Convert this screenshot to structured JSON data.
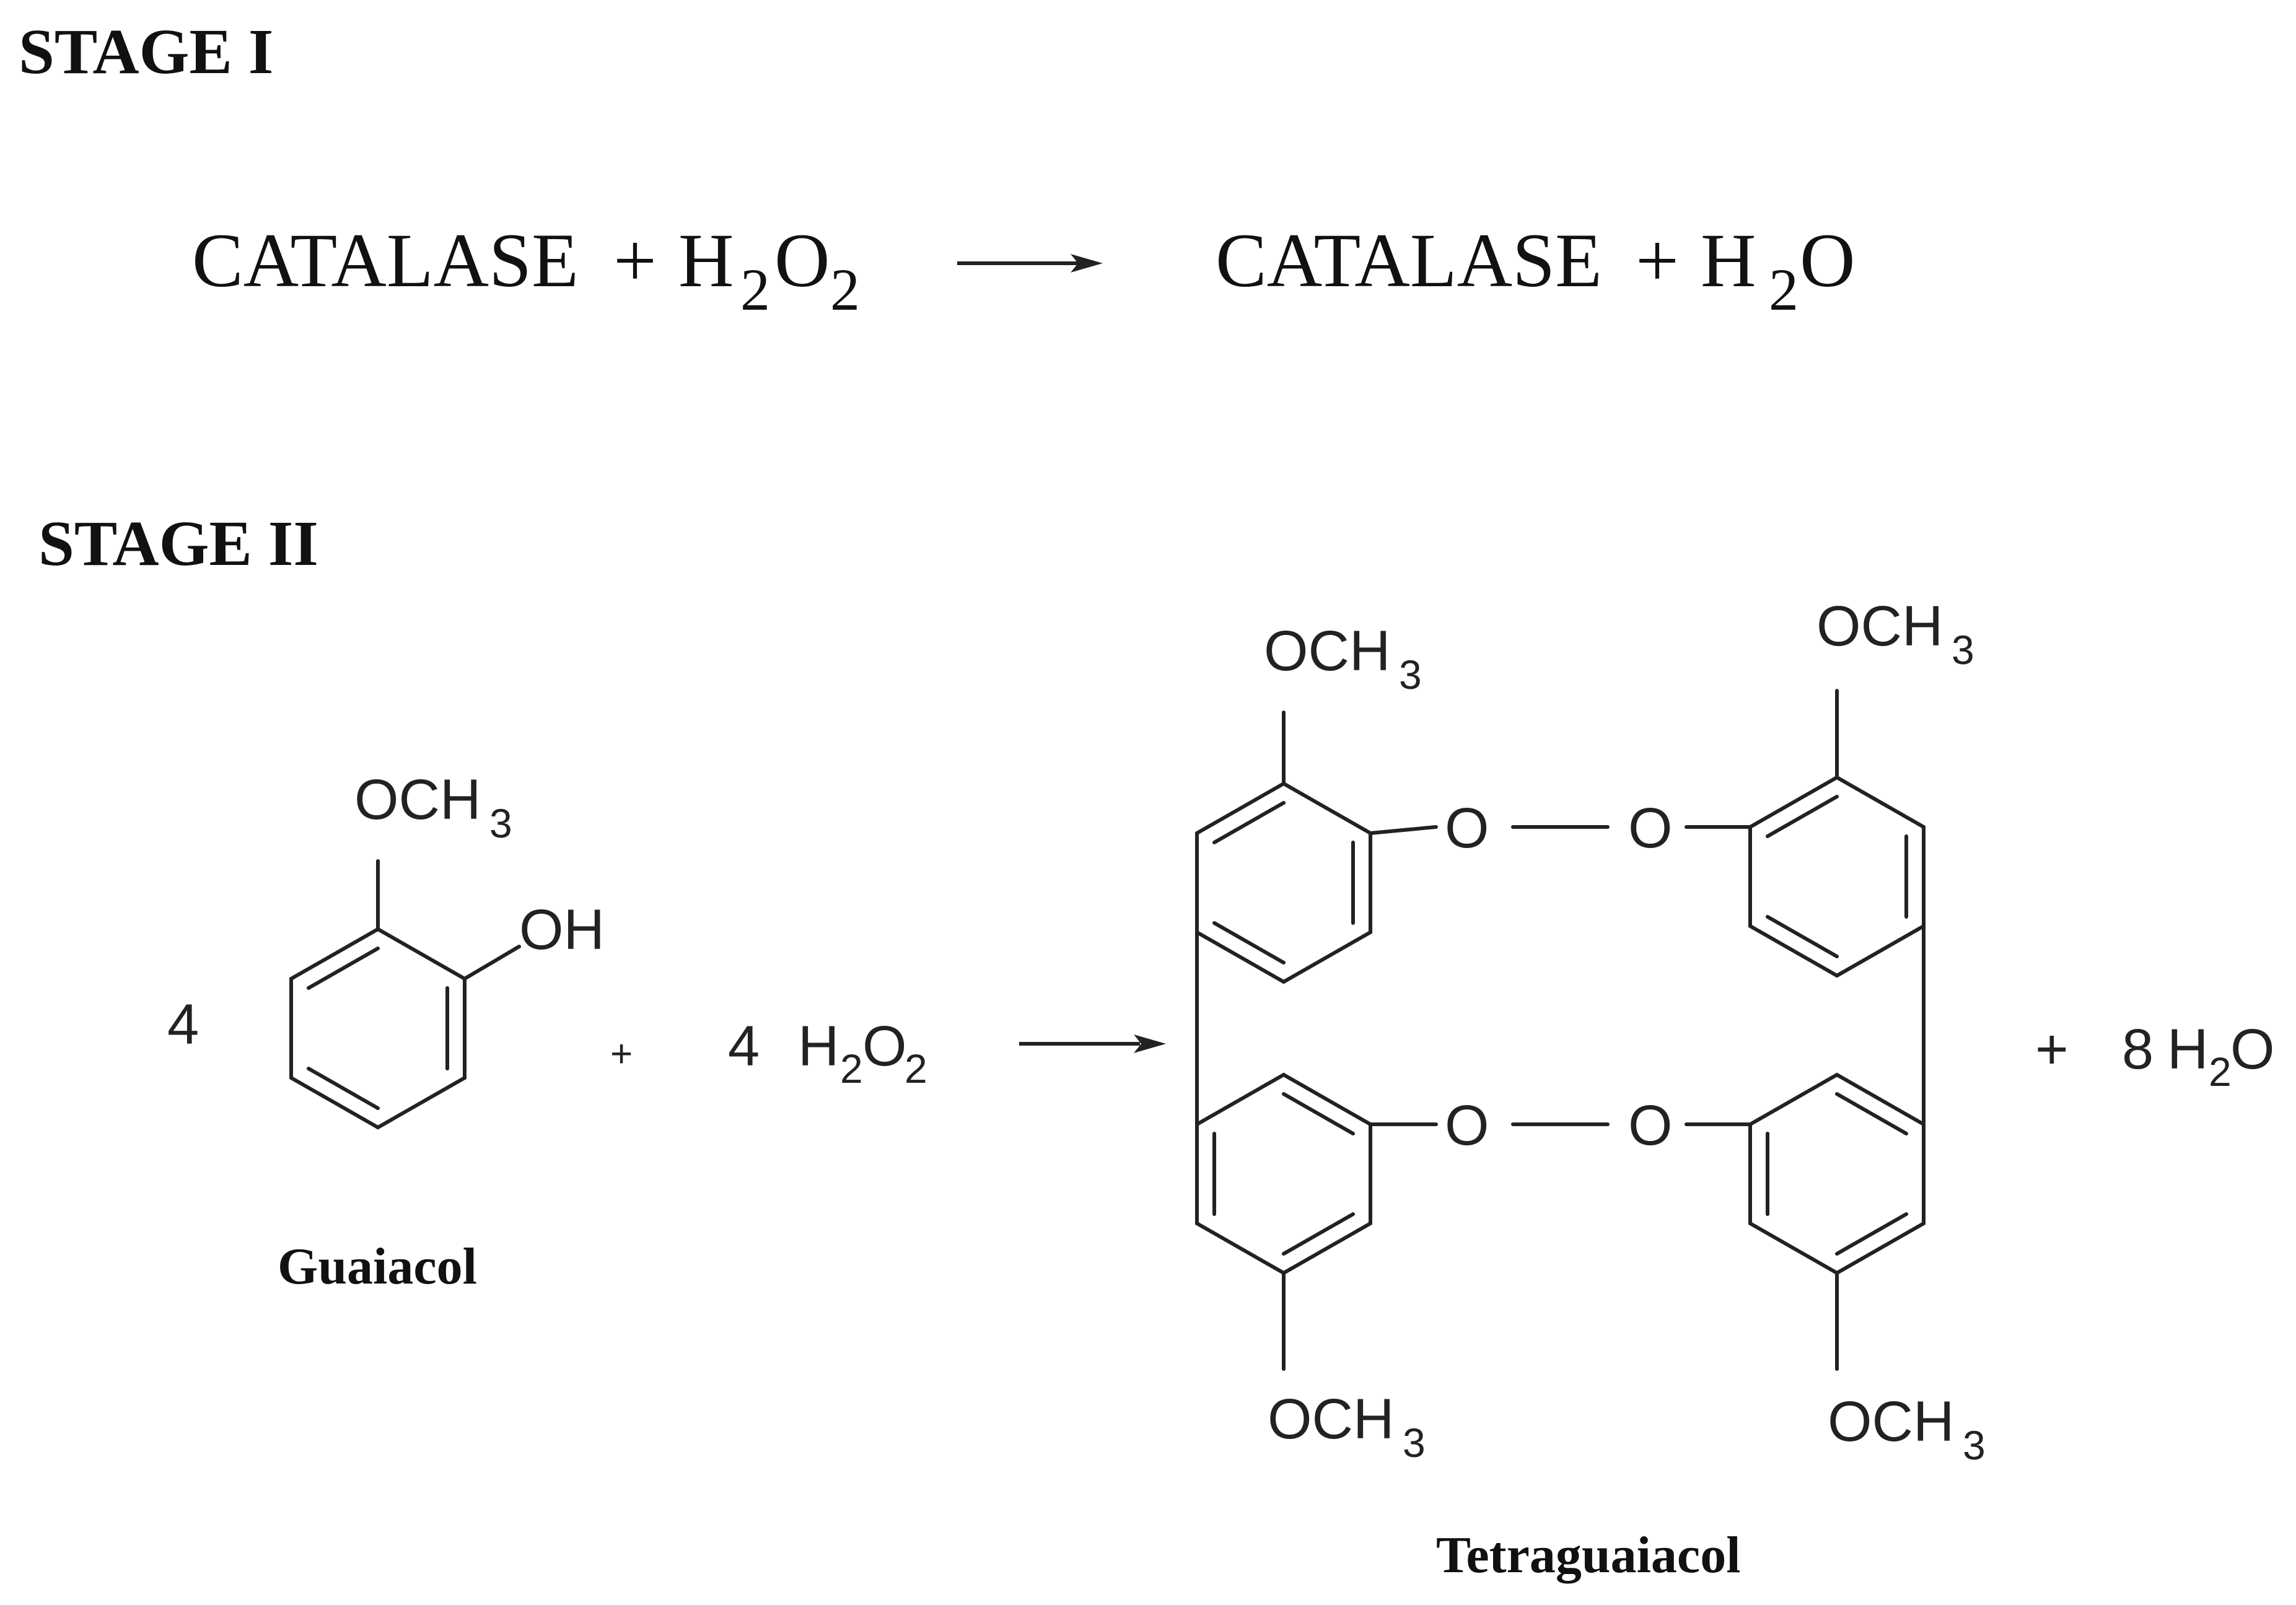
{
  "stage1": {
    "title": "STAGE I",
    "reactant": {
      "enzyme": "CATALASE",
      "plus": "+",
      "h": "H",
      "sub2a": "2",
      "o": "O",
      "sub2b": "2"
    },
    "product": {
      "enzyme": "CATALASE",
      "plus": "+",
      "h": "H",
      "sub2": "2",
      "o": "O"
    }
  },
  "stage2": {
    "title": "STAGE II",
    "coef_guaiacol": "4",
    "guaiacol_och3": "OCH",
    "sub3": "3",
    "guaiacol_oh": "OH",
    "guaiacol_name": "Guaiacol",
    "plus1": "+",
    "coef_h2o2": "4",
    "h2o2": {
      "h": "H",
      "sub2a": "2",
      "o": "O",
      "sub2b": "2"
    },
    "oxygen": "O",
    "och3": "OCH",
    "product_name": "Tetraguaiacol",
    "plus2": "+",
    "coef_water": "8",
    "water": {
      "h": "H",
      "sub2": "2",
      "o": "O"
    }
  },
  "colors": {
    "ink": "#222222",
    "background": "#ffffff"
  }
}
